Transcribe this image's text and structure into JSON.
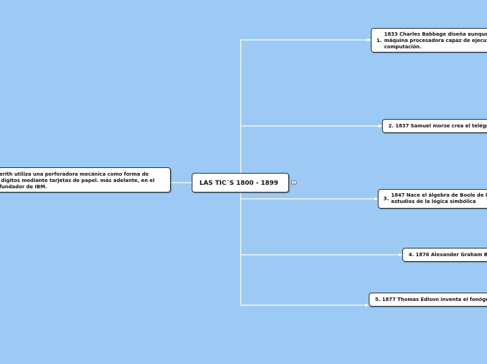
{
  "central": {
    "label": "LAS TIC´S 1800 - 1899"
  },
  "left": {
    "text": "erith utiliza una perforadora mecánica como forma de\n digitos mediante tarjetas de papel. más adelante, en el\nfundador de IBM."
  },
  "branches": [
    {
      "number": "1.",
      "text": "1833 Charles Babbage diseña aunque\nmáquina procesadora capaz de ejecut\ncomputación."
    },
    {
      "number": "",
      "text": "2. 1837 Samuel morse crea el telégr"
    },
    {
      "number": "3.",
      "text": "1847 Nace el álgebra de Boole de la\nestudios de la lógica simbólica"
    },
    {
      "number": "",
      "text": "4. 1876 Alexander Graham B"
    },
    {
      "number": "",
      "text": "5. 1877 Thomas Edison inventa el fonógr"
    }
  ],
  "colors": {
    "background": "#9ccaf5",
    "connector": "#ffffff",
    "node_fill": "#ffffff",
    "node_border": "#2b2b2b"
  }
}
